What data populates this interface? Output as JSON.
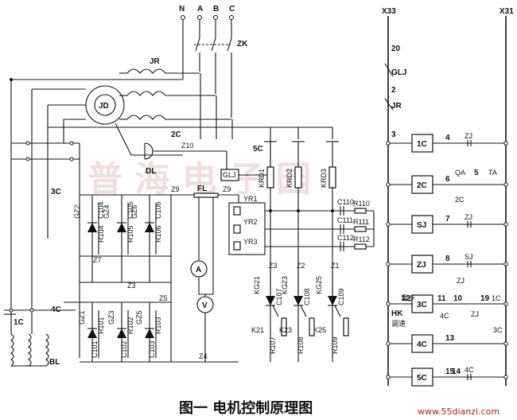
{
  "title": "图一   电机控制原理图",
  "watermark": "www.55dianzi.com",
  "background_watermark": "普 海 电 子 园",
  "power": {
    "phase_n": "N",
    "phase_a": "A",
    "phase_b": "B",
    "phase_c": "C",
    "switch": "ZK"
  },
  "motor": {
    "label": "JD",
    "relay": "JR",
    "contactor_2c": "2C",
    "contactor_3c": "3C",
    "contactor_4c": "4C",
    "contactor_1c": "1C",
    "transformer": "BL",
    "brake": "DL"
  },
  "rectifier": {
    "diodes_top": [
      "GZ2",
      "GZ4",
      "GZ6"
    ],
    "diodes_bottom": [
      "GZ1",
      "GZ3",
      "GZ5"
    ],
    "caps_top": [
      "C104",
      "C105",
      "C106"
    ],
    "caps_bottom": [
      "C101",
      "C102",
      "C103"
    ],
    "res_top": [
      "R104",
      "R105",
      "R106"
    ],
    "res_bottom": [
      "R101",
      "R102",
      "R103"
    ]
  },
  "nodes": {
    "z10": "Z10",
    "z9a": "Z9",
    "z9b": "Z9",
    "z7": "Z7",
    "z3": "Z3",
    "z5": "Z5",
    "z4": "Z4",
    "z3r": "Z3",
    "z2": "Z2",
    "z1": "Z1",
    "fl": "FL",
    "glj": "GLJ"
  },
  "meters": {
    "ammeter": "A",
    "voltmeter": "V"
  },
  "control": {
    "relays": [
      "KRD1",
      "KRD2",
      "KRD3"
    ],
    "five_c": "5C",
    "yr": [
      "YR1",
      "YR2",
      "YR3"
    ],
    "caps": [
      "C110",
      "C111",
      "C112"
    ],
    "res": [
      "R110",
      "R111",
      "R112"
    ],
    "thyristors": [
      "KG21",
      "KG23",
      "KG25"
    ],
    "gates": [
      "K21",
      "K23",
      "K25"
    ],
    "caps_low": [
      "C107",
      "C108",
      "C109"
    ],
    "res_low": [
      "R107",
      "R108",
      "R109"
    ]
  },
  "ladder": {
    "left_rail": "X33",
    "right_rail": "X31",
    "n20": "20",
    "glj": "GLJ",
    "n2": "2",
    "jr": "JR",
    "n3": "3",
    "rows": [
      {
        "coil": "1C",
        "wire": "4",
        "contact": "ZJ"
      },
      {
        "coil": "2C",
        "wire": "6",
        "qa": "QA",
        "wire2": "5",
        "ta": "TA",
        "aux": "2C"
      },
      {
        "coil": "SJ",
        "wire": "7",
        "contact": "ZJ"
      },
      {
        "coil": "ZJ",
        "wire": "8",
        "contact": "SJ",
        "aux": "ZJ"
      },
      {
        "coil": "3C",
        "wire": "11",
        "wire2": "10",
        "wire3": "19",
        "c1": "1C",
        "c2": "4C",
        "c3": "ZJ",
        "c4": "3C",
        "sw1": "异步",
        "sw2": "HK",
        "sw3": "调速",
        "w12": "12"
      },
      {
        "coil": "4C",
        "wire": "13"
      },
      {
        "coil": "5C",
        "wire": "15",
        "wire2": "14",
        "contact": "4C"
      }
    ]
  }
}
